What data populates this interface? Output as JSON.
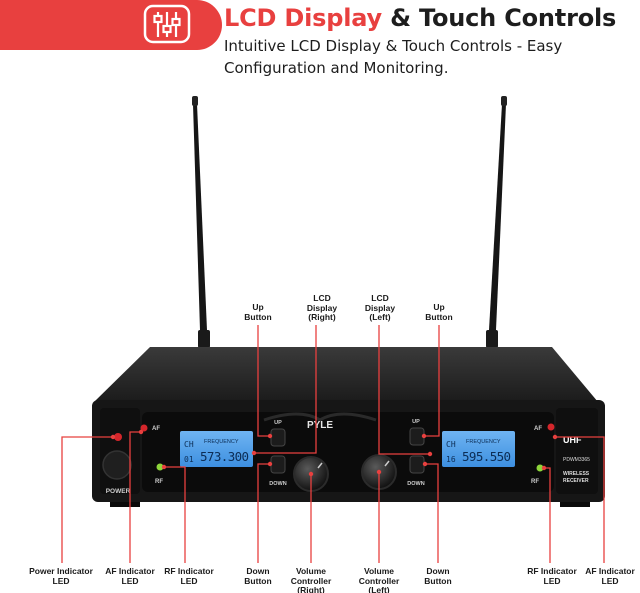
{
  "header": {
    "title_accent": "LCD Display",
    "title_rest": "& Touch Controls",
    "subtitle": "Intuitive LCD Display & Touch Controls - Easy Configuration and Monitoring.",
    "banner_icon": "sliders-icon",
    "colors": {
      "accent": "#e8403f",
      "text": "#1d1d1d"
    }
  },
  "device": {
    "brand": "PYLE",
    "band": "UHF",
    "model": "PDWM3365",
    "receiver_label": "WIRELESS\nRECEIVER",
    "power_label": "POWER",
    "af_label": "AF",
    "rf_label": "RF",
    "up_label": "UP",
    "down_label": "DOWN",
    "left_lcd": {
      "frequency_label": "FREQUENCY",
      "channel": "01",
      "frequency": "573.300"
    },
    "right_lcd": {
      "frequency_label": "FREQUENCY",
      "channel": "16",
      "frequency": "595.550"
    }
  },
  "callouts": {
    "up_button_right": "Up\nButton",
    "lcd_display_right": "LCD\nDisplay\n(Right)",
    "lcd_display_left": "LCD\nDisplay\n(Left)",
    "up_button_left": "Up\nButton",
    "power_indicator": "Power Indicator\nLED",
    "af_indicator_right": "AF Indicator\nLED",
    "rf_indicator_right": "RF Indicator\nLED",
    "down_button_right": "Down\nButton",
    "volume_right": "Volume\nController\n(Right)",
    "volume_left": "Volume\nController\n(Left)",
    "down_button_left": "Down\nButton",
    "rf_indicator_left": "RF Indicator\nLED",
    "af_indicator_left": "AF Indicator\nLED"
  }
}
